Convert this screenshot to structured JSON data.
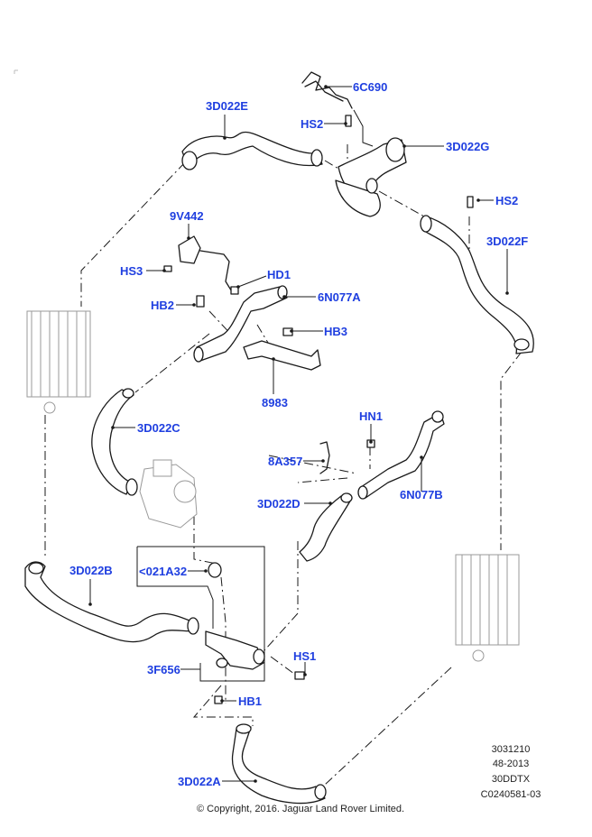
{
  "diagram": {
    "title": "Intercooler and turbocharger air ducts exploded view",
    "labels": {
      "c6C690": "6C690",
      "c3D022E": "3D022E",
      "hs2_top": "HS2",
      "c3D022G": "3D022G",
      "hs2_right": "HS2",
      "c3D022F": "3D022F",
      "c9V442": "9V442",
      "hs3": "HS3",
      "hd1": "HD1",
      "hb2": "HB2",
      "c6N077A": "6N077A",
      "hb3": "HB3",
      "c8983": "8983",
      "c3D022C": "3D022C",
      "hn1": "HN1",
      "c8A357": "8A357",
      "c6N077B": "6N077B",
      "c3D022D": "3D022D",
      "c3D022B": "3D022B",
      "c021A32": "<021A32",
      "c3F656": "3F656",
      "hs1": "HS1",
      "hb1": "HB1",
      "c3D022A": "3D022A"
    },
    "meta": {
      "line1": "3031210",
      "line2": "48-2013",
      "line3": "30DDTX",
      "line4": "C0240581-03"
    },
    "copyright": "© Copyright, 2016. Jaguar Land Rover Limited."
  },
  "colors": {
    "label": "#1f3fe0",
    "line": "#1a1a1a",
    "faint_part": "#9a9a9a",
    "background": "#ffffff"
  }
}
